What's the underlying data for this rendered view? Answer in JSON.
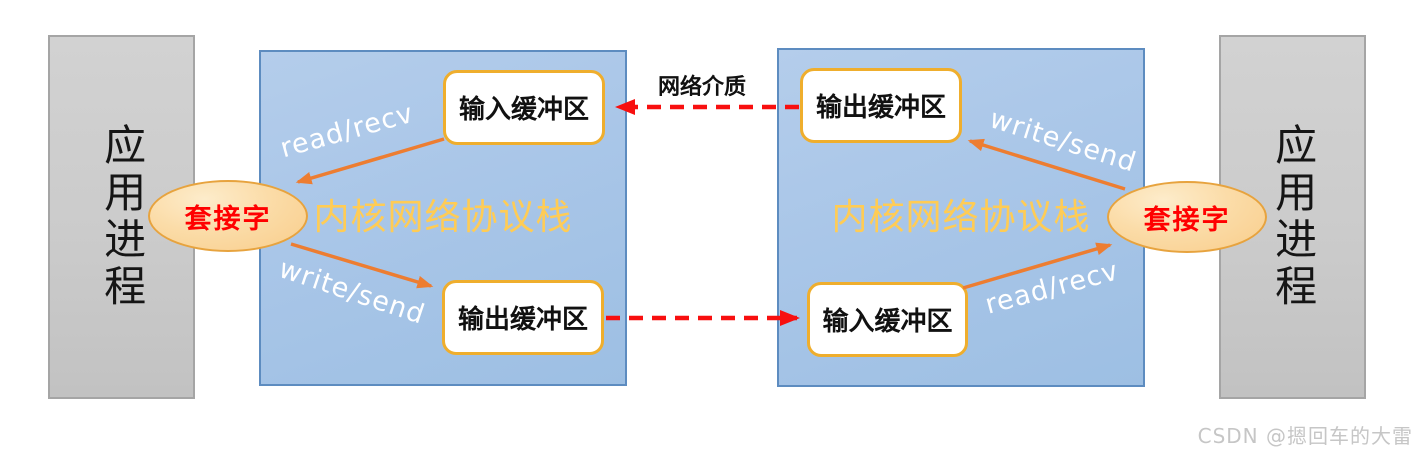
{
  "left_process": {
    "label": "应用进程"
  },
  "right_process": {
    "label": "应用进程"
  },
  "left_stack": {
    "title": "内核网络协议栈",
    "input_buffer_label": "输入缓冲区",
    "output_buffer_label": "输出缓冲区",
    "socket_label": "套接字",
    "read_arrow_label": "read/recv",
    "write_arrow_label": "write/send"
  },
  "right_stack": {
    "title": "内核网络协议栈",
    "input_buffer_label": "输入缓冲区",
    "output_buffer_label": "输出缓冲区",
    "socket_label": "套接字",
    "read_arrow_label": "read/recv",
    "write_arrow_label": "write/send"
  },
  "network_medium_label": "网络介质",
  "watermark": "CSDN @摁回车的大雷",
  "colors": {
    "stack_fill": "#a9c6e8",
    "stack_border": "#5d8cc0",
    "process_fill": "#cbcbcb",
    "process_border": "#a5a5a5",
    "buffer_border": "#efae2d",
    "socket_fill": "#fbdca8",
    "socket_border": "#e7a33e",
    "socket_text": "#ff0000",
    "stack_title_text": "#ffcc55",
    "arrow_orange": "#ed7d31",
    "arrow_red": "#f80f0f",
    "watermark_text": "#c6c6c6"
  }
}
